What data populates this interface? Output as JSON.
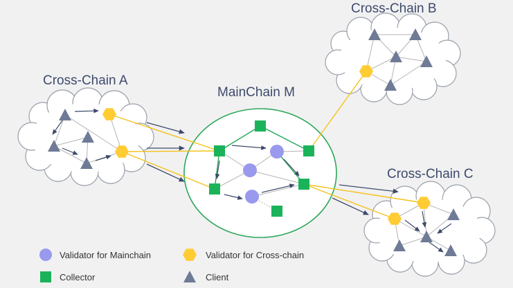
{
  "titles": {
    "chain_a": "Cross-Chain A",
    "chain_b": "Cross-Chain B",
    "chain_c": "Cross-Chain C",
    "mainchain": "MainChain M"
  },
  "legend": {
    "validator_mainchain": "Validator for Mainchain",
    "validator_crosschain": "Validator for Cross-chain",
    "collector": "Collector",
    "client": "Client"
  },
  "colors": {
    "background": "#f1f1f2",
    "validator_mainchain": "#9999ee",
    "validator_crosschain": "#ffcc33",
    "collector": "#1bb35a",
    "client": "#6f7a96",
    "cross_link": "#f5c21b",
    "main_link": "#22aa55",
    "edge": "#b4b4b4",
    "arrow": "#3d4a6b",
    "cloud_stroke": "#9aa0aa",
    "main_ellipse": "#2ea85a"
  }
}
